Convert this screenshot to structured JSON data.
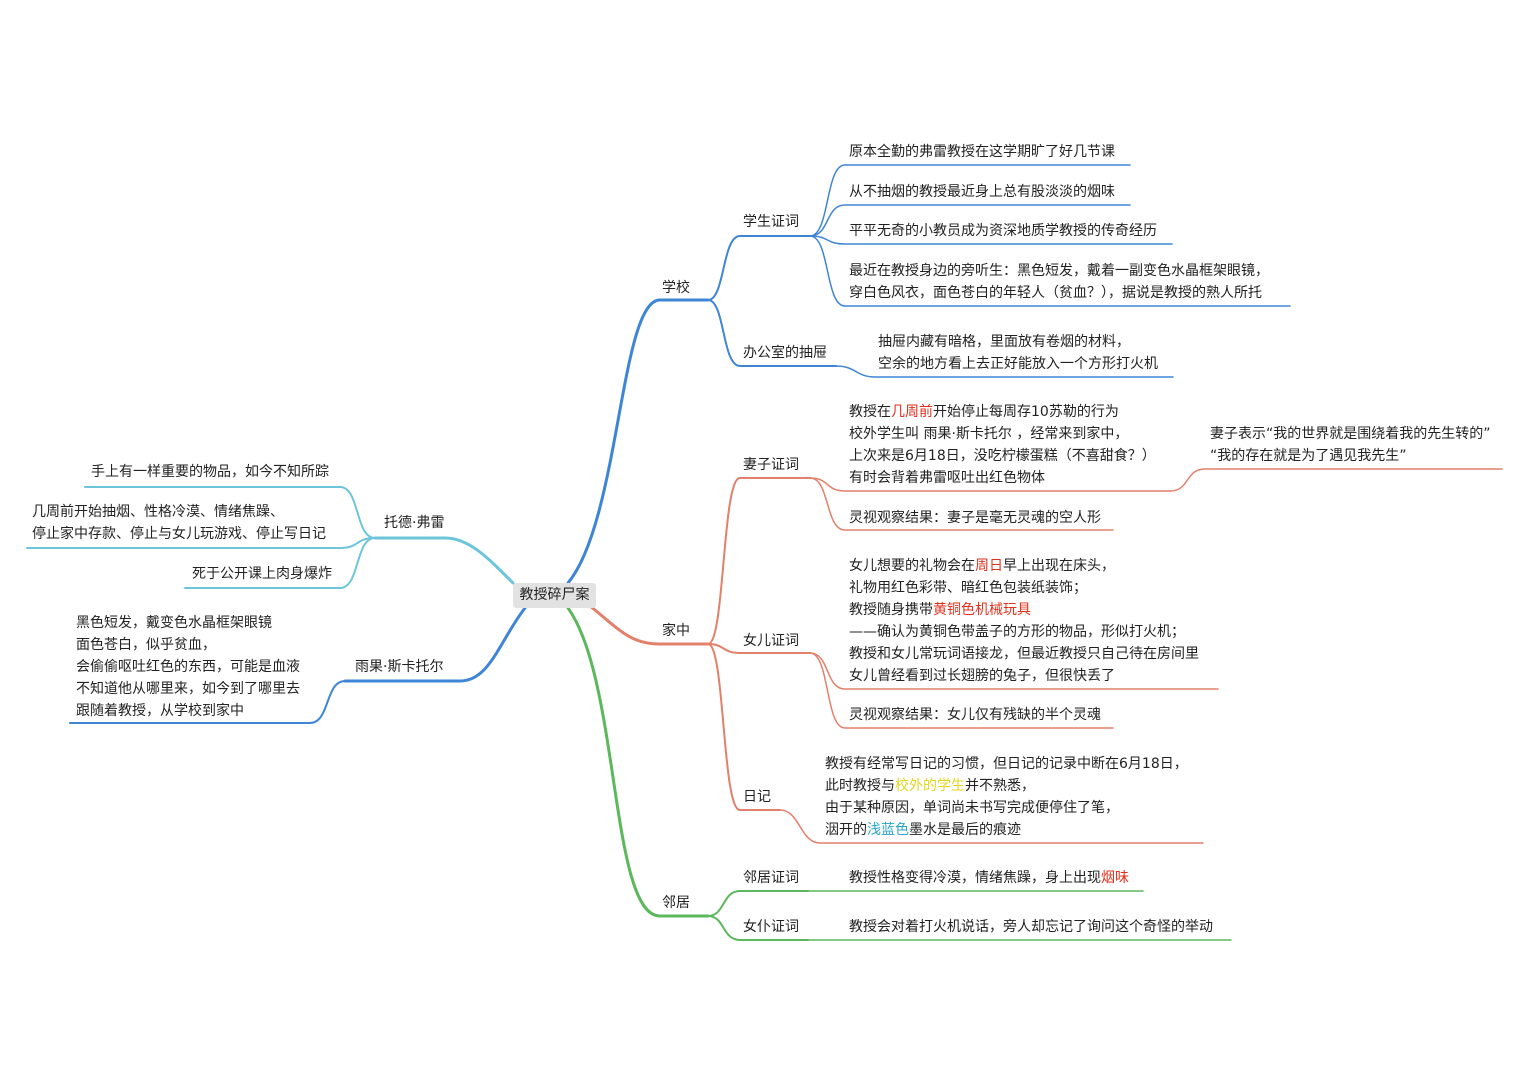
{
  "root": "教授碎尸案",
  "colors": {
    "school": "#3f85d6",
    "home": "#e2806a",
    "neighbor": "#5cb85c",
    "tod": "#6cc5d9",
    "hugo": "#3f85d6",
    "highlight_red": "#e2311d",
    "highlight_yellow": "#e4d51f",
    "highlight_cyan": "#2aa6c9"
  },
  "school": {
    "label": "学校",
    "students": {
      "label": "学生证词",
      "items": [
        "原本全勤的弗雷教授在这学期旷了好几节课",
        "从不抽烟的教授最近身上总有股淡淡的烟味",
        "平平无奇的小教员成为资深地质学教授的传奇经历"
      ],
      "item4": [
        "最近在教授身边的旁听生：黑色短发，戴着一副变色水晶框架眼镜，",
        "穿白色风衣，面色苍白的年轻人（贫血？），据说是教授的熟人所托"
      ]
    },
    "drawer": {
      "label": "办公室的抽屉",
      "lines": [
        "抽屉内藏有暗格，里面放有卷烟的材料，",
        "空余的地方看上去正好能放入一个方形打火机"
      ]
    }
  },
  "home": {
    "label": "家中",
    "wife": {
      "label": "妻子证词",
      "note": {
        "l1_a": "教授在",
        "l1_b": "几周前",
        "l1_c": "开始停止每周存10苏勒的行为",
        "l2": "校外学生叫 雨果·斯卡托尔 ，经常来到家中，",
        "l3": "上次来是6月18日，没吃柠檬蛋糕（不喜甜食？）",
        "l4": "有时会背着弗雷呕吐出红色物体"
      },
      "sub": [
        "妻子表示“我的世界就是围绕着我的先生转的”",
        "“我的存在就是为了遇见我先生”"
      ],
      "spirit": "灵视观察结果：妻子是毫无灵魂的空人形"
    },
    "daughter": {
      "label": "女儿证词",
      "note": {
        "l1_a": "女儿想要的礼物会在",
        "l1_b": "周日",
        "l1_c": "早上出现在床头，",
        "l2": "礼物用红色彩带、暗红色包装纸装饰；",
        "l3_a": "教授随身携带",
        "l3_b": "黄铜色机械玩具",
        "l4": "——确认为黄铜色带盖子的方形的物品，形似打火机；",
        "l5": "教授和女儿常玩词语接龙，但最近教授只自己待在房间里",
        "l6": "女儿曾经看到过长翅膀的兔子，但很快丢了"
      },
      "spirit": "灵视观察结果：女儿仅有残缺的半个灵魂"
    },
    "diary": {
      "label": "日记",
      "note": {
        "l1": "教授有经常写日记的习惯，但日记的记录中断在6月18日，",
        "l2_a": "此时教授与",
        "l2_b": "校外的学生",
        "l2_c": "并不熟悉，",
        "l3": "由于某种原因，单词尚未书写完成便停住了笔，",
        "l4_a": "洇开的",
        "l4_b": "浅蓝色",
        "l4_c": "墨水是最后的痕迹"
      }
    }
  },
  "neighbor": {
    "label": "邻居",
    "neighbors": {
      "label": "邻居证词",
      "text_a": "教授性格变得冷漠，情绪焦躁，身上出现",
      "text_b": "烟味"
    },
    "maid": {
      "label": "女仆证词",
      "text": "教授会对着打火机说话，旁人却忘记了询问这个奇怪的举动"
    }
  },
  "tod": {
    "label": "托德·弗雷",
    "item1": "手上有一样重要的物品，如今不知所踪",
    "item2": [
      "几周前开始抽烟、性格冷漠、情绪焦躁、",
      "停止家中存款、停止与女儿玩游戏、停止写日记"
    ],
    "item3": "死于公开课上肉身爆炸"
  },
  "hugo": {
    "label": "雨果·斯卡托尔",
    "lines": [
      "黑色短发，戴变色水晶框架眼镜",
      "面色苍白，似乎贫血，",
      "会偷偷呕吐红色的东西，可能是血液",
      "不知道他从哪里来，如今到了哪里去",
      "跟随着教授，从学校到家中"
    ]
  }
}
